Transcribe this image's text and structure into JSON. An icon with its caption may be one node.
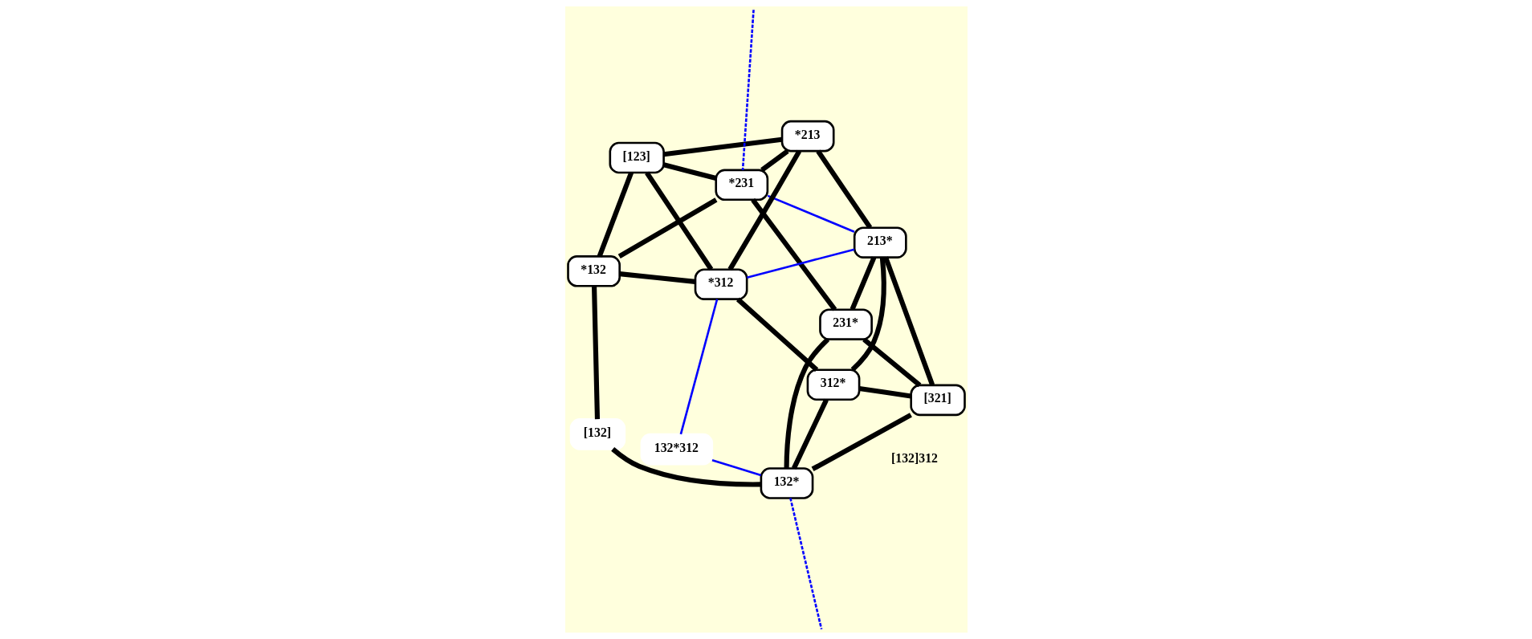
{
  "diagram": {
    "nodes": [
      {
        "text": [
          "*231"
        ]
      },
      {
        "text": [
          "*213"
        ]
      },
      {
        "text": [
          "[123]"
        ]
      },
      {
        "text": [
          "*132"
        ]
      },
      {
        "text": [
          "*312"
        ]
      },
      {
        "text": [
          "213*"
        ]
      },
      {
        "text": [
          "231*"
        ]
      },
      {
        "text": [
          "[321]"
        ]
      },
      {
        "text": [
          "312*"
        ]
      },
      {
        "text": [
          "132*"
        ]
      },
      {
        "text": [
          "132*312"
        ]
      },
      {
        "text": [
          "[132]"
        ]
      }
    ],
    "edges": [
      {
        "from": 2,
        "to": 0,
        "arrow": "none"
      },
      {
        "from": 2,
        "to": 1,
        "arrow": "none"
      },
      {
        "from": 2,
        "to": 3,
        "arrow": "none"
      },
      {
        "from": 2,
        "to": 4,
        "arrow": "none"
      },
      {
        "from": 0,
        "to": 1,
        "arrow": "none"
      },
      {
        "from": 1,
        "to": 4,
        "arrow": "none"
      },
      {
        "from": 4,
        "to": 3,
        "arrow": "none"
      },
      {
        "from": 3,
        "to": 0,
        "arrow": "none"
      },
      {
        "from": 7,
        "to": 5,
        "arrow": "none"
      },
      {
        "from": 7,
        "to": 6,
        "arrow": "none"
      },
      {
        "from": 7,
        "to": 8,
        "arrow": "none"
      },
      {
        "from": 7,
        "to": 9,
        "arrow": "none"
      },
      {
        "from": 5,
        "to": 6,
        "arrow": "none"
      },
      {
        "from": 6,
        "to": 9,
        "arrow": "none"
      },
      {
        "from": 9,
        "to": 8,
        "arrow": "none"
      },
      {
        "from": 8,
        "to": 5,
        "arrow": "none"
      },
      {
        "from": 1,
        "to": 5,
        "arrow": "none"
      },
      {
        "from": 4,
        "to": 8,
        "arrow": "none"
      },
      {
        "from": 0,
        "to": 6,
        "arrow": "none"
      },
      {
        "from": 3,
        "to": 11,
        "arrow": "none"
      },
      {
        "from": 11,
        "to": 9,
        "arrow": "none"
      },
      {
        "from": null,
        "to": 0,
        "arrow": "none",
        "style": "dashed",
        "color": "#0000ff"
      },
      {
        "from": 0,
        "to": 5,
        "arrow": "none",
        "color": "#0000ff"
      },
      {
        "from": 5,
        "to": 4,
        "arrow": "none",
        "color": "#0000ff"
      },
      {
        "from": 4,
        "to": 10,
        "arrow": "none",
        "color": "#0000ff"
      },
      {
        "from": 10,
        "to": 9,
        "arrow": "none",
        "color": "#0000ff"
      },
      {
        "from": 9,
        "to": null,
        "arrow": "none",
        "style": "dashed",
        "color": "#0000ff"
      }
    ],
    "labels": [
      "[132]312"
    ]
  }
}
